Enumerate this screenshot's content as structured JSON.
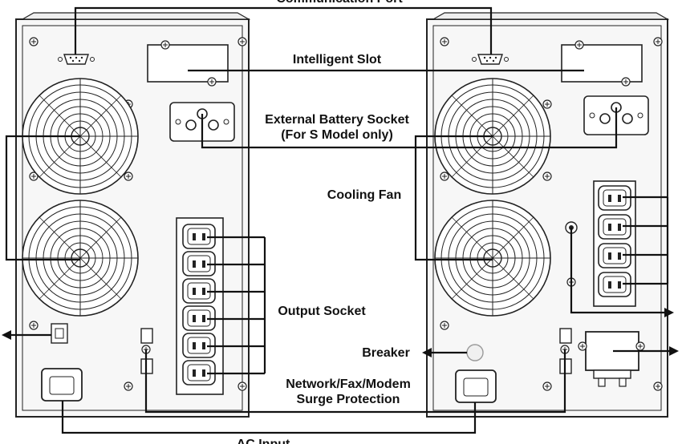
{
  "labels": {
    "communication_port": "Communication Port",
    "intelligent_slot": "Intelligent Slot",
    "external_battery_socket_line1": "External Battery Socket",
    "external_battery_socket_line2": "(For S Model  only)",
    "cooling_fan": "Cooling Fan",
    "output_socket": "Output Socket",
    "breaker": "Breaker",
    "surge_line1": "Network/Fax/Modem",
    "surge_line2": "Surge Protection",
    "ac_input": "AC Input"
  },
  "colors": {
    "line": "#111111",
    "panel_fill": "#f7f7f7",
    "panel_stroke": "#222222"
  }
}
